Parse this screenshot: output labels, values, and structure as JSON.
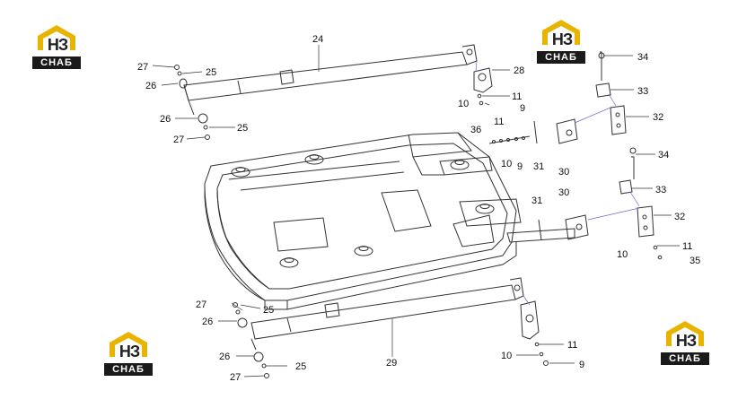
{
  "logos": [
    {
      "text": "НЗ",
      "sub": "СНАБ"
    },
    {
      "text": "НЗ",
      "sub": "СНАБ"
    },
    {
      "text": "НЗ",
      "sub": "СНАБ"
    },
    {
      "text": "НЗ",
      "sub": "СНАБ"
    }
  ],
  "labels": {
    "l24": "24",
    "l27a": "27",
    "l25a": "25",
    "l26a": "26",
    "l26b": "26",
    "l25b": "25",
    "l27b": "27",
    "l28": "28",
    "l11a": "11",
    "l10a": "10",
    "l9a": "9",
    "l34a": "34",
    "l33a": "33",
    "l32a": "32",
    "l36": "36",
    "l11b": "11",
    "l10b": "10",
    "l9b": "9",
    "l31a": "31",
    "l30a": "30",
    "l34b": "34",
    "l33b": "33",
    "l32b": "32",
    "l31b": "31",
    "l30b": "30",
    "l11c": "11",
    "l10c": "10",
    "l35": "35",
    "l27c": "27",
    "l25c": "25",
    "l26c": "26",
    "l26d": "26",
    "l25d": "25",
    "l27d": "27",
    "l29": "29",
    "l11d": "11",
    "l10d": "10",
    "l9c": "9"
  },
  "colors": {
    "logo_yellow": "#e8b400",
    "logo_dark": "#1a1a1a",
    "line": "#333333",
    "leader": "#6a6acf"
  }
}
